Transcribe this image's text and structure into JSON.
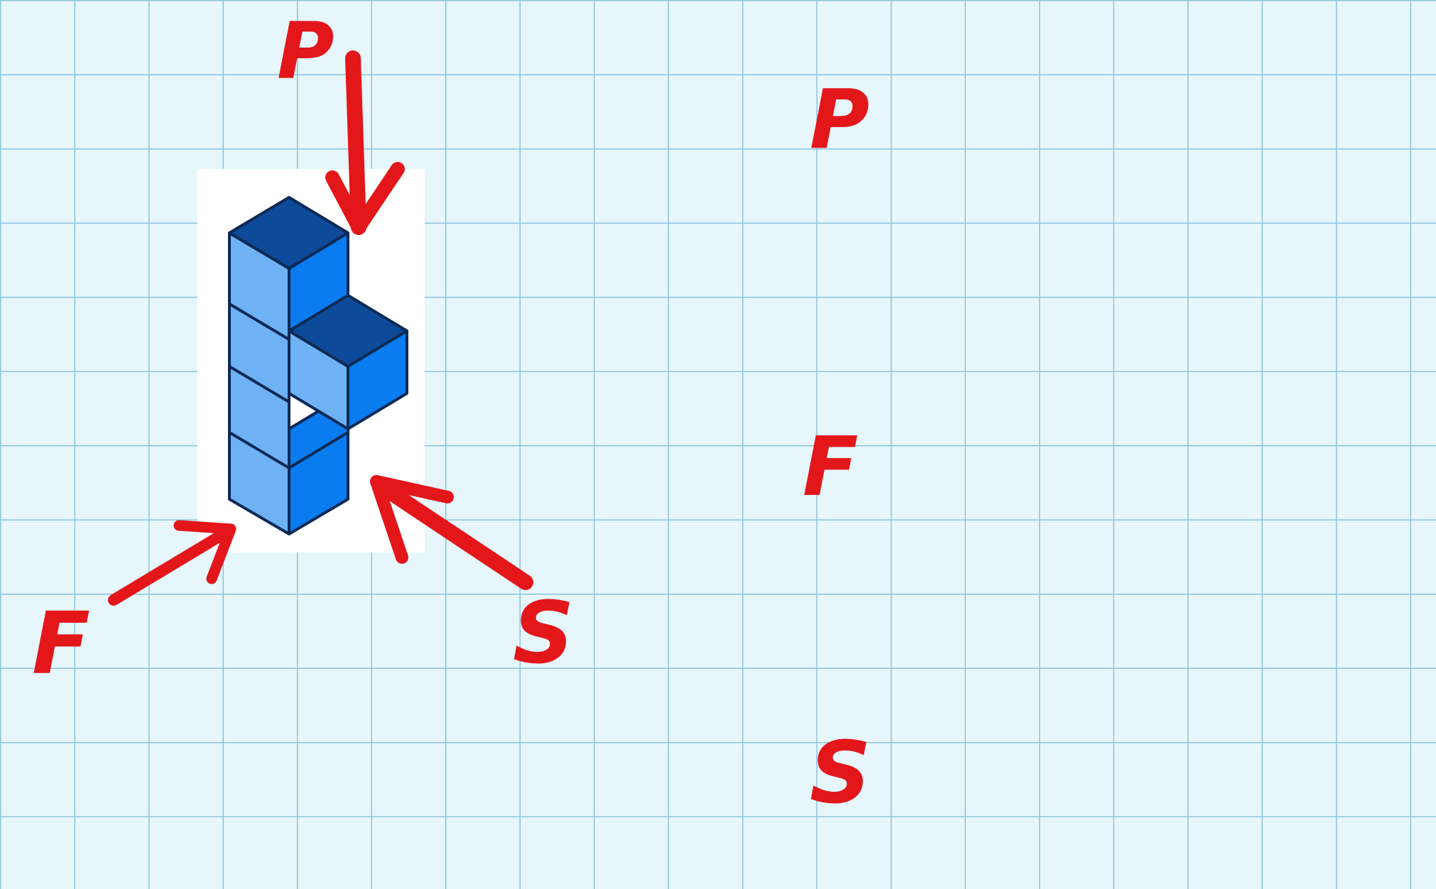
{
  "diagram": {
    "arrow_labels": {
      "top": "P",
      "front": "F",
      "side": "S"
    },
    "view_labels": {
      "top": "P",
      "front": "F",
      "side": "S"
    },
    "colors": {
      "paper": "#e6f6fb",
      "grid_line": "#8cc3dc",
      "annotation": "#e3161a",
      "cube_top": "#0d4a99",
      "cube_left": "#6fb1f5",
      "cube_right": "#0a7cf0",
      "cube_edge": "#0b2a55"
    },
    "icons": [
      "isometric-cube-figure",
      "arrow-top-view",
      "arrow-front-view",
      "arrow-side-view"
    ]
  }
}
